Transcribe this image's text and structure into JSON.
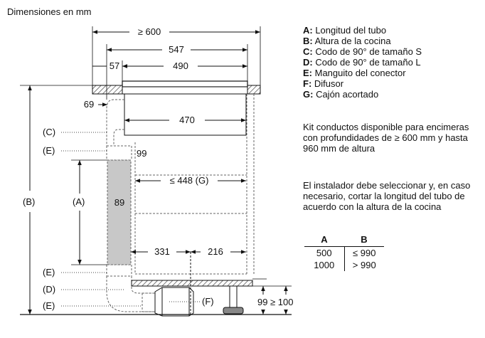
{
  "title": "Dimensiones en mm",
  "dims": {
    "w600": "≥ 600",
    "w547": "547",
    "w57": "57",
    "w490": "490",
    "w69": "69",
    "w470": "470",
    "w99a": "99",
    "w448": "≤ 448 (G)",
    "w89": "89",
    "w331": "331",
    "w216": "216",
    "h99": "99",
    "h100": "≥ 100"
  },
  "callouts": {
    "C": "(C)",
    "E1": "(E)",
    "A": "(A)",
    "B": "(B)",
    "E2": "(E)",
    "D": "(D)",
    "E3": "(E)",
    "F": "(F)"
  },
  "legend": [
    {
      "key": "A:",
      "text": " Longitud del tubo"
    },
    {
      "key": "B:",
      "text": " Altura de la cocina"
    },
    {
      "key": "C:",
      "text": " Codo de 90° de tamaño S"
    },
    {
      "key": "D:",
      "text": " Codo de 90° de tamaño L"
    },
    {
      "key": "E:",
      "text": " Manguito del conector"
    },
    {
      "key": "F:",
      "text": " Difusor"
    },
    {
      "key": "G:",
      "text": " Cajón acortado"
    }
  ],
  "note_kit": "Kit conductos disponible para encimeras con profundidades de ≥ 600 mm y hasta 960 mm de altura",
  "note_installer": "El instalador debe seleccionar y, en caso necesario, cortar la longitud del tubo de acuerdo con la altura de la cocina",
  "table": {
    "headers": [
      "A",
      "B"
    ],
    "rows": [
      [
        "500",
        "≤ 990"
      ],
      [
        "1000",
        "> 990"
      ]
    ]
  },
  "colors": {
    "line": "#111111",
    "hatch": "#555555",
    "duct_fill": "#c8c8c8",
    "dotted": "#444444"
  }
}
